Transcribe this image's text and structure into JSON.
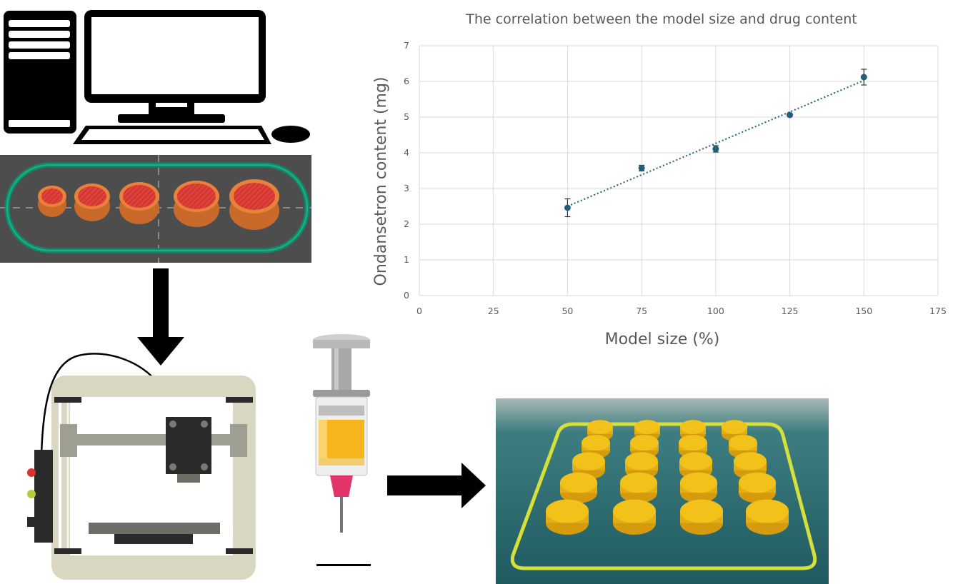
{
  "chart_data": {
    "type": "scatter",
    "title": "The correlation between the model size and drug content",
    "xlabel": "Model size (%)",
    "ylabel": "Ondansetron content (mg)",
    "xlim": [
      0,
      175
    ],
    "ylim": [
      0,
      7
    ],
    "xticks": [
      0,
      25,
      50,
      75,
      100,
      125,
      150,
      175
    ],
    "yticks": [
      0,
      1,
      2,
      3,
      4,
      5,
      6,
      7
    ],
    "grid": true,
    "trendline": "linear, dotted",
    "points": [
      {
        "x": 50,
        "y": 2.46,
        "err": 0.25
      },
      {
        "x": 75,
        "y": 3.57,
        "err": 0.08
      },
      {
        "x": 100,
        "y": 4.11,
        "err": 0.09
      },
      {
        "x": 125,
        "y": 5.06,
        "err": 0.04
      },
      {
        "x": 150,
        "y": 6.12,
        "err": 0.22
      }
    ],
    "marker_color": "#1F5F7A"
  },
  "illustrations": {
    "computer": "desktop-computer-icon",
    "slicer": "slicer-software-view",
    "printer": "3d-printer-icon",
    "syringe": "syringe-extruder-icon",
    "photo": "printed-tablets-photo"
  },
  "colors": {
    "slicer_bg": "#4d4d4d",
    "tablet_red": "#e0403a",
    "tablet_orange": "#e8823a",
    "skirt_green": "#0f8a6a",
    "printer_frame": "#d9d6c2",
    "tablet_yellow": "#f2c21a",
    "photo_bg": "#2e6d72"
  }
}
